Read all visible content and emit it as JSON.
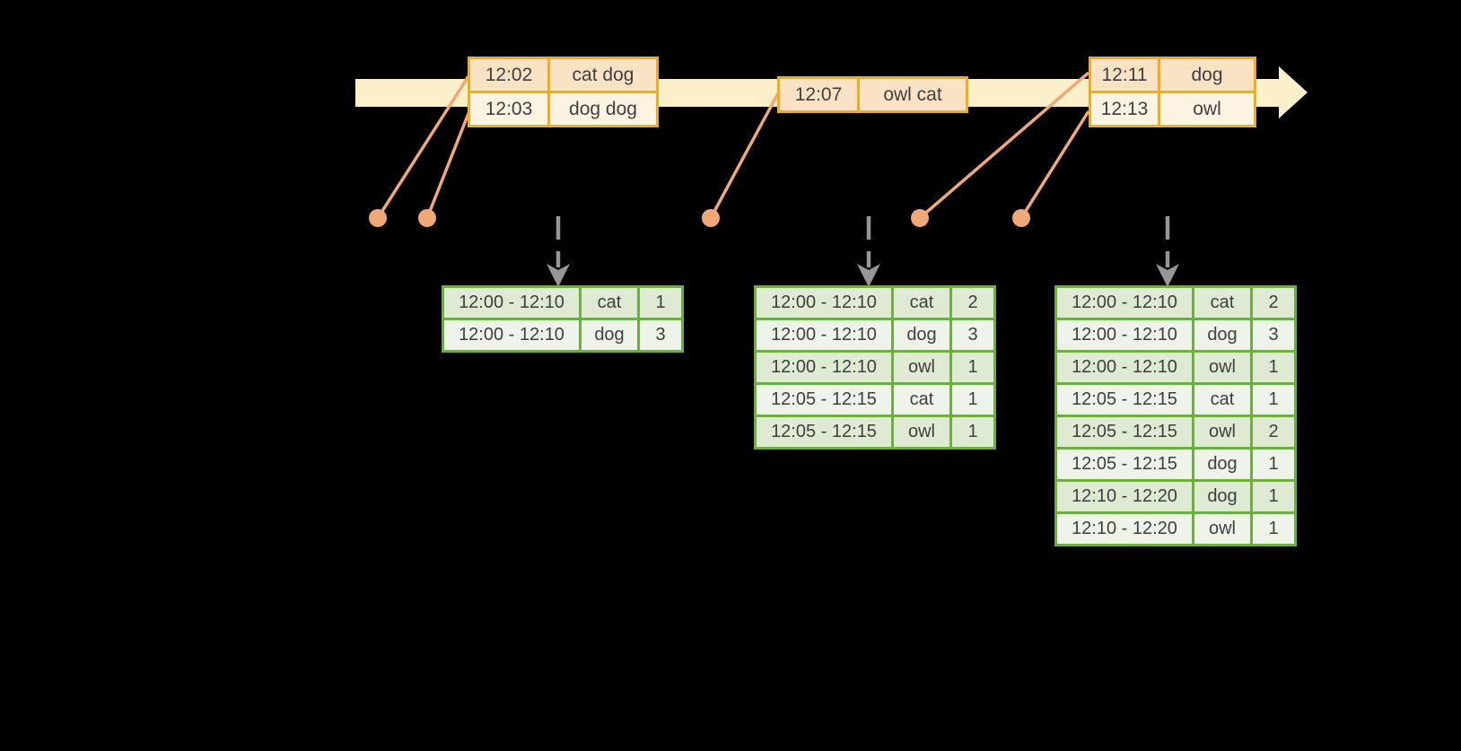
{
  "colors": {
    "background": "#000000",
    "timeline_fill": "#FBF0CA",
    "event_border": "#F0AE1E",
    "event_row_dark": "#FAE3C5",
    "event_row_light": "#FDF3E3",
    "dot_fill": "#F0A878",
    "trigger_gray": "#969696",
    "result_border": "#6EAD44",
    "result_row_dark": "#DFEAD3",
    "result_row_light": "#EFF4EA",
    "text_color": "#3F3F3F"
  },
  "event_tables": [
    {
      "rows": [
        {
          "time": "12:02",
          "words": "cat dog"
        },
        {
          "time": "12:03",
          "words": "dog dog"
        }
      ]
    },
    {
      "rows": [
        {
          "time": "12:07",
          "words": "owl cat"
        }
      ]
    },
    {
      "rows": [
        {
          "time": "12:11",
          "words": "dog"
        },
        {
          "time": "12:13",
          "words": "owl"
        }
      ]
    }
  ],
  "result_tables": [
    {
      "rows": [
        {
          "window": "12:00 - 12:10",
          "word": "cat",
          "count": "1"
        },
        {
          "window": "12:00 - 12:10",
          "word": "dog",
          "count": "3"
        }
      ]
    },
    {
      "rows": [
        {
          "window": "12:00 - 12:10",
          "word": "cat",
          "count": "2"
        },
        {
          "window": "12:00 - 12:10",
          "word": "dog",
          "count": "3"
        },
        {
          "window": "12:00 - 12:10",
          "word": "owl",
          "count": "1"
        },
        {
          "window": "12:05 - 12:15",
          "word": "cat",
          "count": "1"
        },
        {
          "window": "12:05 - 12:15",
          "word": "owl",
          "count": "1"
        }
      ]
    },
    {
      "rows": [
        {
          "window": "12:00 - 12:10",
          "word": "cat",
          "count": "2"
        },
        {
          "window": "12:00 - 12:10",
          "word": "dog",
          "count": "3"
        },
        {
          "window": "12:00 - 12:10",
          "word": "owl",
          "count": "1"
        },
        {
          "window": "12:05 - 12:15",
          "word": "cat",
          "count": "1"
        },
        {
          "window": "12:05 - 12:15",
          "word": "owl",
          "count": "2"
        },
        {
          "window": "12:05 - 12:15",
          "word": "dog",
          "count": "1"
        },
        {
          "window": "12:10 - 12:20",
          "word": "dog",
          "count": "1"
        },
        {
          "window": "12:10 - 12:20",
          "word": "owl",
          "count": "1"
        }
      ]
    }
  ]
}
